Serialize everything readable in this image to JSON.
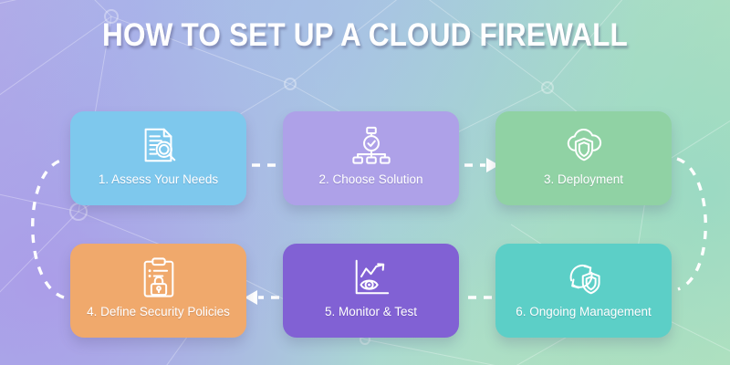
{
  "header": {
    "title": "HOW TO SET UP A CLOUD FIREWALL"
  },
  "theme": {
    "background_left": "#b1aee8",
    "background_right": "#c3e7bd",
    "title_color": "#ffffff",
    "connector_color": "#ffffff",
    "network_line_color": "#ffffff"
  },
  "flow": {
    "steps": [
      {
        "number": "1",
        "label": "1. Assess Your Needs",
        "icon": "document-magnifier-icon",
        "color": "#7ec8ed"
      },
      {
        "number": "2",
        "label": "2. Choose Solution",
        "icon": "hierarchy-check-icon",
        "color": "#aea1e8"
      },
      {
        "number": "3",
        "label": "3. Deployment",
        "icon": "cloud-shield-icon",
        "color": "#90d2a4"
      },
      {
        "number": "4",
        "label": "4. Define Security Policies",
        "icon": "clipboard-lock-icon",
        "color": "#f0a96c"
      },
      {
        "number": "5",
        "label": "5. Monitor & Test",
        "icon": "chart-eye-icon",
        "color": "#8161d4"
      },
      {
        "number": "6",
        "label": "6. Ongoing Management",
        "icon": "refresh-shield-icon",
        "color": "#5ccfc7"
      }
    ],
    "connectors": [
      {
        "name": "step-1-to-2",
        "style": "dashed-line",
        "direction": "right"
      },
      {
        "name": "step-2-to-3",
        "style": "dashed-arrow",
        "direction": "right"
      },
      {
        "name": "step-3-to-6",
        "style": "dashed-curve",
        "direction": "down"
      },
      {
        "name": "step-6-to-5",
        "style": "dashed-line",
        "direction": "left"
      },
      {
        "name": "step-5-to-4",
        "style": "dashed-arrow",
        "direction": "left"
      },
      {
        "name": "step-4-to-1",
        "style": "dashed-curve",
        "direction": "up"
      }
    ]
  }
}
